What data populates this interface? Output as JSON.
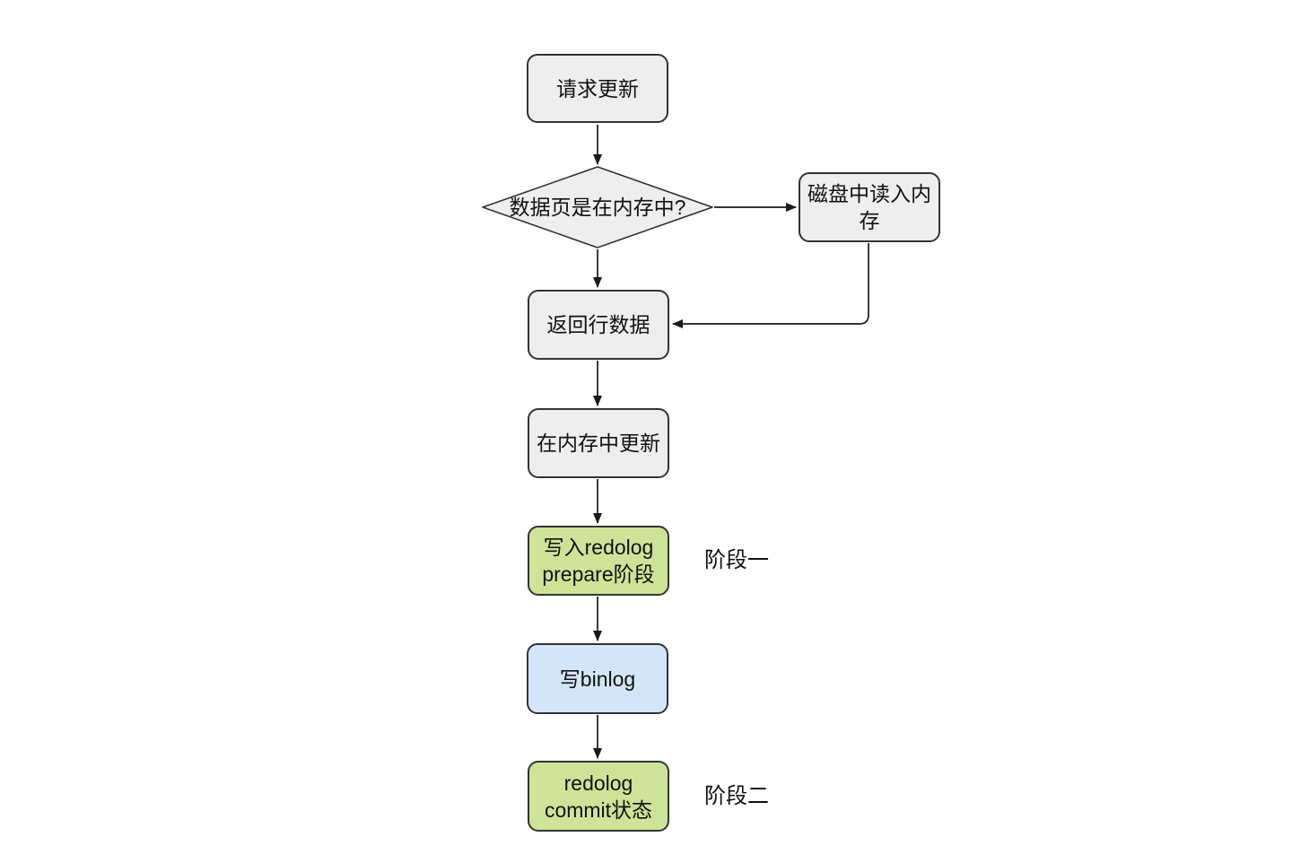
{
  "colors": {
    "node_gray_fill": "#eeeeee",
    "node_green_fill": "#cde498",
    "node_blue_fill": "#d3e5f8",
    "node_border": "#333333",
    "connector": "#1a1a1a",
    "text": "#111111",
    "background": "#ffffff"
  },
  "diagram": {
    "type": "flowchart",
    "nodes": {
      "request_update": {
        "label": "请求更新",
        "shape": "rounded-rect",
        "fill": "gray"
      },
      "check_in_memory": {
        "label": "数据页是在内存中?",
        "shape": "diamond",
        "fill": "gray"
      },
      "read_from_disk": {
        "label": "磁盘中读入内\n存",
        "shape": "rounded-rect",
        "fill": "gray"
      },
      "return_row_data": {
        "label": "返回行数据",
        "shape": "rounded-rect",
        "fill": "gray"
      },
      "update_in_memory": {
        "label": "在内存中更新",
        "shape": "rounded-rect",
        "fill": "gray"
      },
      "write_redolog_prepare": {
        "label": "写入redolog\nprepare阶段",
        "shape": "rounded-rect",
        "fill": "green"
      },
      "write_binlog": {
        "label": "写binlog",
        "shape": "rounded-rect",
        "fill": "blue"
      },
      "redolog_commit": {
        "label": "redolog\ncommit状态",
        "shape": "rounded-rect",
        "fill": "green"
      }
    },
    "annotations": {
      "phase1": "阶段一",
      "phase2": "阶段二"
    },
    "edges": [
      {
        "from": "request_update",
        "to": "check_in_memory"
      },
      {
        "from": "check_in_memory",
        "to": "read_from_disk"
      },
      {
        "from": "check_in_memory",
        "to": "return_row_data"
      },
      {
        "from": "read_from_disk",
        "to": "return_row_data"
      },
      {
        "from": "return_row_data",
        "to": "update_in_memory"
      },
      {
        "from": "update_in_memory",
        "to": "write_redolog_prepare"
      },
      {
        "from": "write_redolog_prepare",
        "to": "write_binlog"
      },
      {
        "from": "write_binlog",
        "to": "redolog_commit"
      }
    ]
  }
}
